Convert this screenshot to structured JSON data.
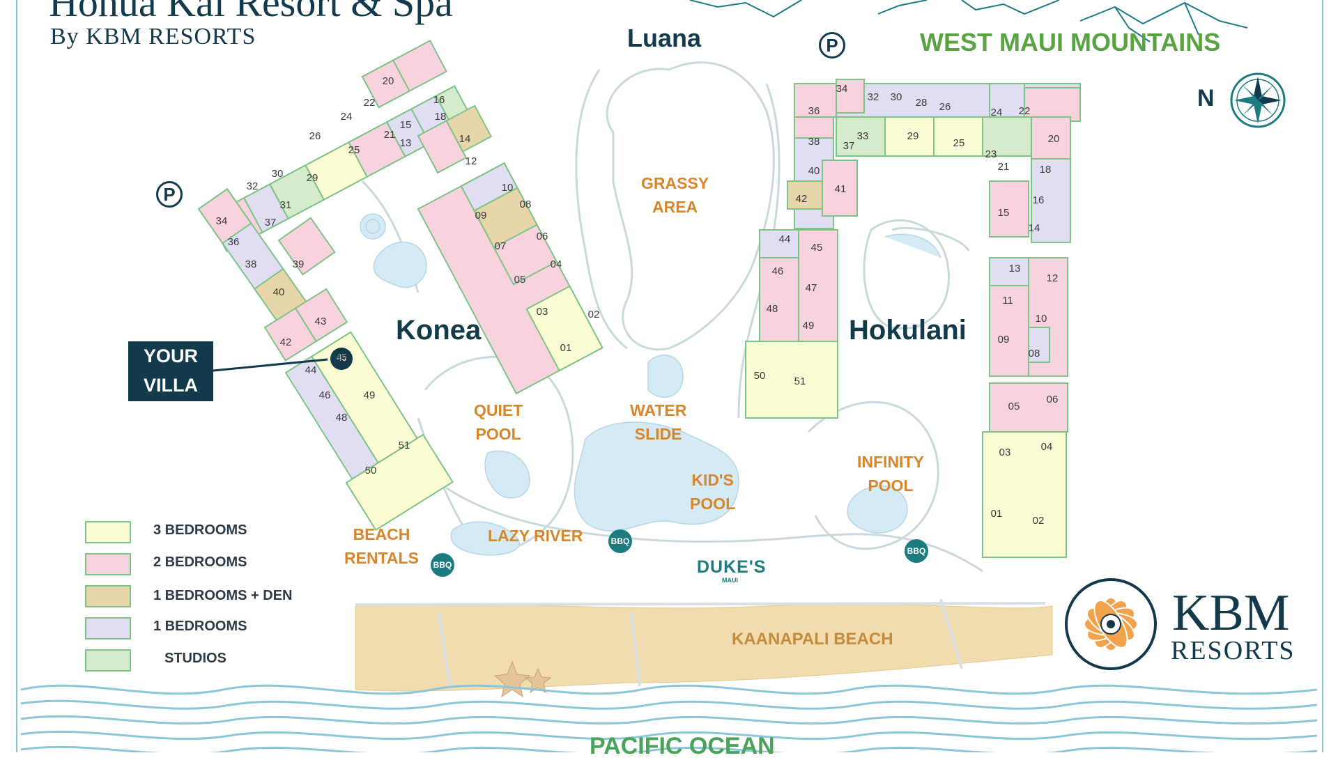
{
  "header": {
    "title": "Honua Kai Resort & Spa",
    "subtitle": "By KBM RESORTS"
  },
  "places": {
    "luana": "Luana",
    "mountains": "WEST MAUI MOUNTAINS",
    "north": "N",
    "konea": "Konea",
    "hokulani": "Hokulani",
    "grassy_area": "GRASSY\nAREA",
    "quiet_pool": "QUIET\nPOOL",
    "water_slide": "WATER\nSLIDE",
    "kids_pool": "KID'S\nPOOL",
    "infinity_pool": "INFINITY\nPOOL",
    "beach_rentals": "BEACH\nRENTALS",
    "lazy_river": "LAZY RIVER",
    "dukes": "DUKE'S",
    "dukes_sub": "MAUI",
    "beach": "KAANAPALI BEACH",
    "ocean": "PACIFIC OCEAN",
    "parking": "P",
    "bbq": "BBQ"
  },
  "your_villa": {
    "label": "YOUR\nVILLA",
    "unit": "45"
  },
  "legend": [
    {
      "label": "3 BEDROOMS",
      "color": "#fbfbd4"
    },
    {
      "label": "2 BEDROOMS",
      "color": "#f8d3dd"
    },
    {
      "label": "1 BEDROOMS + DEN",
      "color": "#e6d6a9"
    },
    {
      "label": "1 BEDROOMS",
      "color": "#e1ddf2"
    },
    {
      "label": "STUDIOS",
      "color": "#d6ebcc"
    }
  ],
  "logo": {
    "name": "KBM",
    "sub": "RESORTS"
  },
  "units": {
    "konea": [
      "34",
      "32",
      "30",
      "36",
      "38",
      "40",
      "37",
      "31",
      "39",
      "29",
      "26",
      "25",
      "24",
      "22",
      "21",
      "20",
      "15",
      "18",
      "16",
      "14",
      "13",
      "12",
      "42",
      "43",
      "44",
      "45",
      "46",
      "48",
      "49",
      "50",
      "51",
      "10",
      "09",
      "08",
      "07",
      "06",
      "05",
      "04",
      "03",
      "02",
      "01"
    ],
    "hokulani": [
      "34",
      "32",
      "30",
      "28",
      "26",
      "24",
      "22",
      "36",
      "38",
      "40",
      "33",
      "37",
      "29",
      "25",
      "23",
      "21",
      "20",
      "18",
      "16",
      "14",
      "41",
      "42",
      "15",
      "44",
      "45",
      "46",
      "47",
      "48",
      "49",
      "50",
      "51",
      "13",
      "12",
      "11",
      "10",
      "09",
      "08",
      "05",
      "06",
      "03",
      "04",
      "01",
      "02"
    ]
  },
  "colors": {
    "navy": "#123a4a",
    "teal": "#1b7b7f",
    "orange": "#d8862c",
    "green_text": "#5aa343",
    "outline": "#7ec486",
    "sand": "#f1dcb0",
    "water": "#d4eaf4"
  }
}
